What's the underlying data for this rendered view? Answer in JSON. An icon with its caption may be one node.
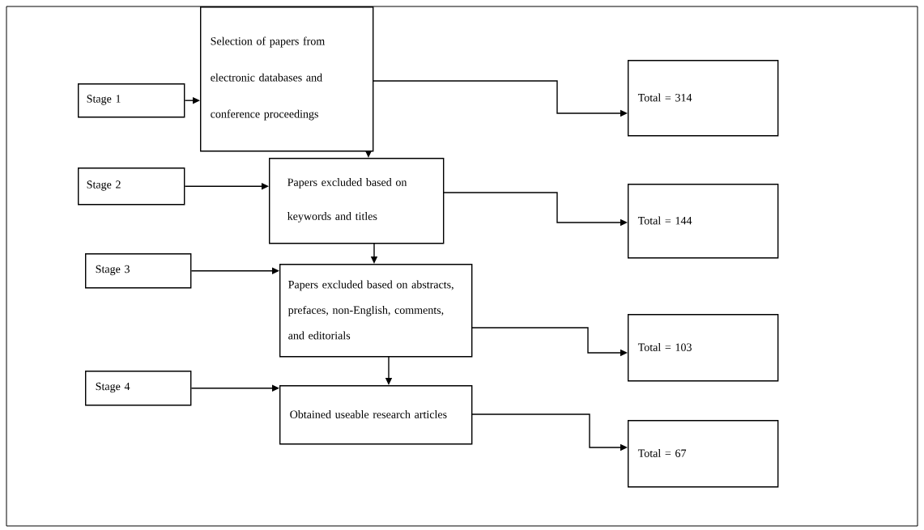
{
  "diagram": {
    "nodes": [
      {
        "text": [
          "Stage 1"
        ]
      },
      {
        "text": [
          "Selection of papers from electronic databases and conference proceedings"
        ]
      },
      {
        "text": [
          "Total = 314"
        ]
      },
      {
        "text": [
          "Stage 2"
        ]
      },
      {
        "text": [
          "Papers excluded based on keywords and titles"
        ]
      },
      {
        "text": [
          "Total = 144"
        ]
      },
      {
        "text": [
          "Stage 3"
        ]
      },
      {
        "text": [
          "Papers excluded based on abstracts, prefaces, non-English, comments, and editorials"
        ]
      },
      {
        "text": [
          "Total = 103"
        ]
      },
      {
        "text": [
          "Stage 4"
        ]
      },
      {
        "text": [
          "Obtained useable research articles"
        ]
      },
      {
        "text": [
          "Total = 67"
        ]
      }
    ],
    "edges": [
      {
        "from": 0,
        "to": 1,
        "arrow": "to"
      },
      {
        "from": 1,
        "to": 2,
        "arrow": "to"
      },
      {
        "from": 1,
        "to": 4,
        "arrow": "to"
      },
      {
        "from": 3,
        "to": 4,
        "arrow": "to"
      },
      {
        "from": 4,
        "to": 5,
        "arrow": "to"
      },
      {
        "from": 4,
        "to": 7,
        "arrow": "to"
      },
      {
        "from": 6,
        "to": 7,
        "arrow": "to"
      },
      {
        "from": 7,
        "to": 8,
        "arrow": "to"
      },
      {
        "from": 7,
        "to": 10,
        "arrow": "to"
      },
      {
        "from": 9,
        "to": 10,
        "arrow": "to"
      },
      {
        "from": 10,
        "to": 11,
        "arrow": "to"
      }
    ]
  }
}
